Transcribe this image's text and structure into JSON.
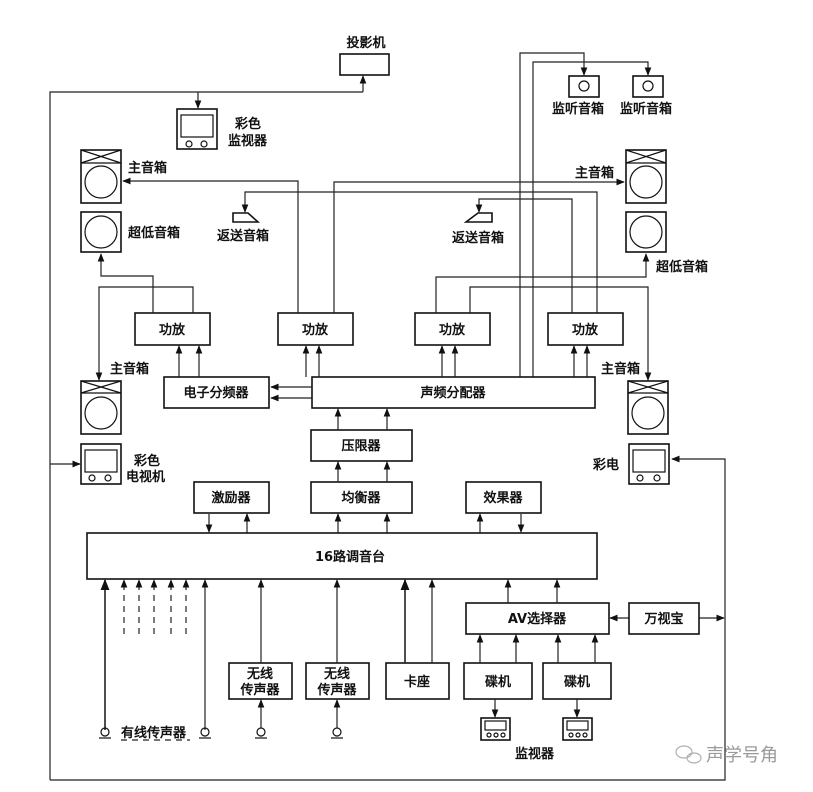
{
  "diagram": {
    "title": "Audio-visual system block diagram",
    "nodes": {
      "projector": "投影机",
      "color_monitor_line1": "彩色",
      "color_monitor_line2": "监视器",
      "main_speaker": "主音箱",
      "subwoofer": "超低音箱",
      "return_speaker": "返送音箱",
      "monitor_speaker": "监听音箱",
      "amplifier": "功放",
      "crossover": "电子分频器",
      "distributor": "声频分配器",
      "compressor": "压限器",
      "exciter": "激励器",
      "equalizer": "均衡器",
      "effects": "效果器",
      "mixer": "16路调音台",
      "color_tv_line1": "彩色",
      "color_tv_line2": "电视机",
      "color_tv_short": "彩电",
      "wired_mic": "有线传声器",
      "wireless_mic_line1": "无线",
      "wireless_mic_line2": "传声器",
      "cassette_deck": "卡座",
      "av_selector": "AV选择器",
      "karaoke_box": "万视宝",
      "disc_player": "碟机",
      "monitor": "监视器"
    },
    "watermark": "声学号角",
    "connections": [
      {
        "from": "16路调音台",
        "to": "均衡器"
      },
      {
        "from": "均衡器",
        "to": "压限器"
      },
      {
        "from": "压限器",
        "to": "声频分配器"
      },
      {
        "from": "声频分配器",
        "to": "电子分频器"
      },
      {
        "from": "声频分配器",
        "to": "功放"
      },
      {
        "from": "电子分频器",
        "to": "功放"
      },
      {
        "from": "功放",
        "to": "主音箱"
      },
      {
        "from": "功放",
        "to": "超低音箱"
      },
      {
        "from": "功放",
        "to": "返送音箱"
      },
      {
        "from": "声频分配器",
        "to": "监听音箱"
      },
      {
        "from": "16路调音台",
        "to": "激励器",
        "bidirectional": true
      },
      {
        "from": "16路调音台",
        "to": "效果器",
        "bidirectional": true
      },
      {
        "from": "有线传声器",
        "to": "16路调音台"
      },
      {
        "from": "无线传声器",
        "to": "16路调音台"
      },
      {
        "from": "卡座",
        "to": "16路调音台"
      },
      {
        "from": "AV选择器",
        "to": "16路调音台"
      },
      {
        "from": "碟机",
        "to": "AV选择器"
      },
      {
        "from": "碟机",
        "to": "监视器"
      },
      {
        "from": "万视宝",
        "to": "AV选择器"
      },
      {
        "from": "万视宝",
        "to": "投影机"
      },
      {
        "from": "万视宝",
        "to": "彩色监视器"
      },
      {
        "from": "万视宝",
        "to": "彩色电视机"
      },
      {
        "from": "万视宝",
        "to": "彩电"
      }
    ]
  }
}
